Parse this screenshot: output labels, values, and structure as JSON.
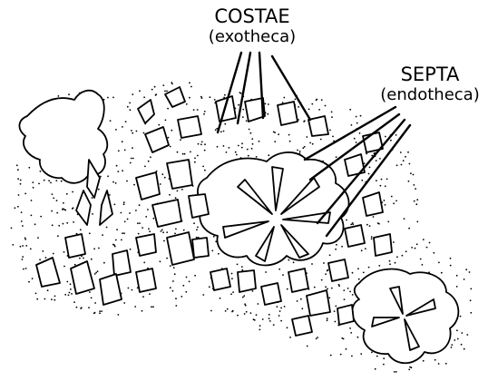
{
  "labels": {
    "costae": {
      "title": "COSTAE",
      "subtitle": "(exotheca)"
    },
    "septa": {
      "title": "SEPTA",
      "subtitle": "(endotheca)"
    }
  },
  "colors": {
    "ink": "#000000",
    "background": "#ffffff"
  }
}
